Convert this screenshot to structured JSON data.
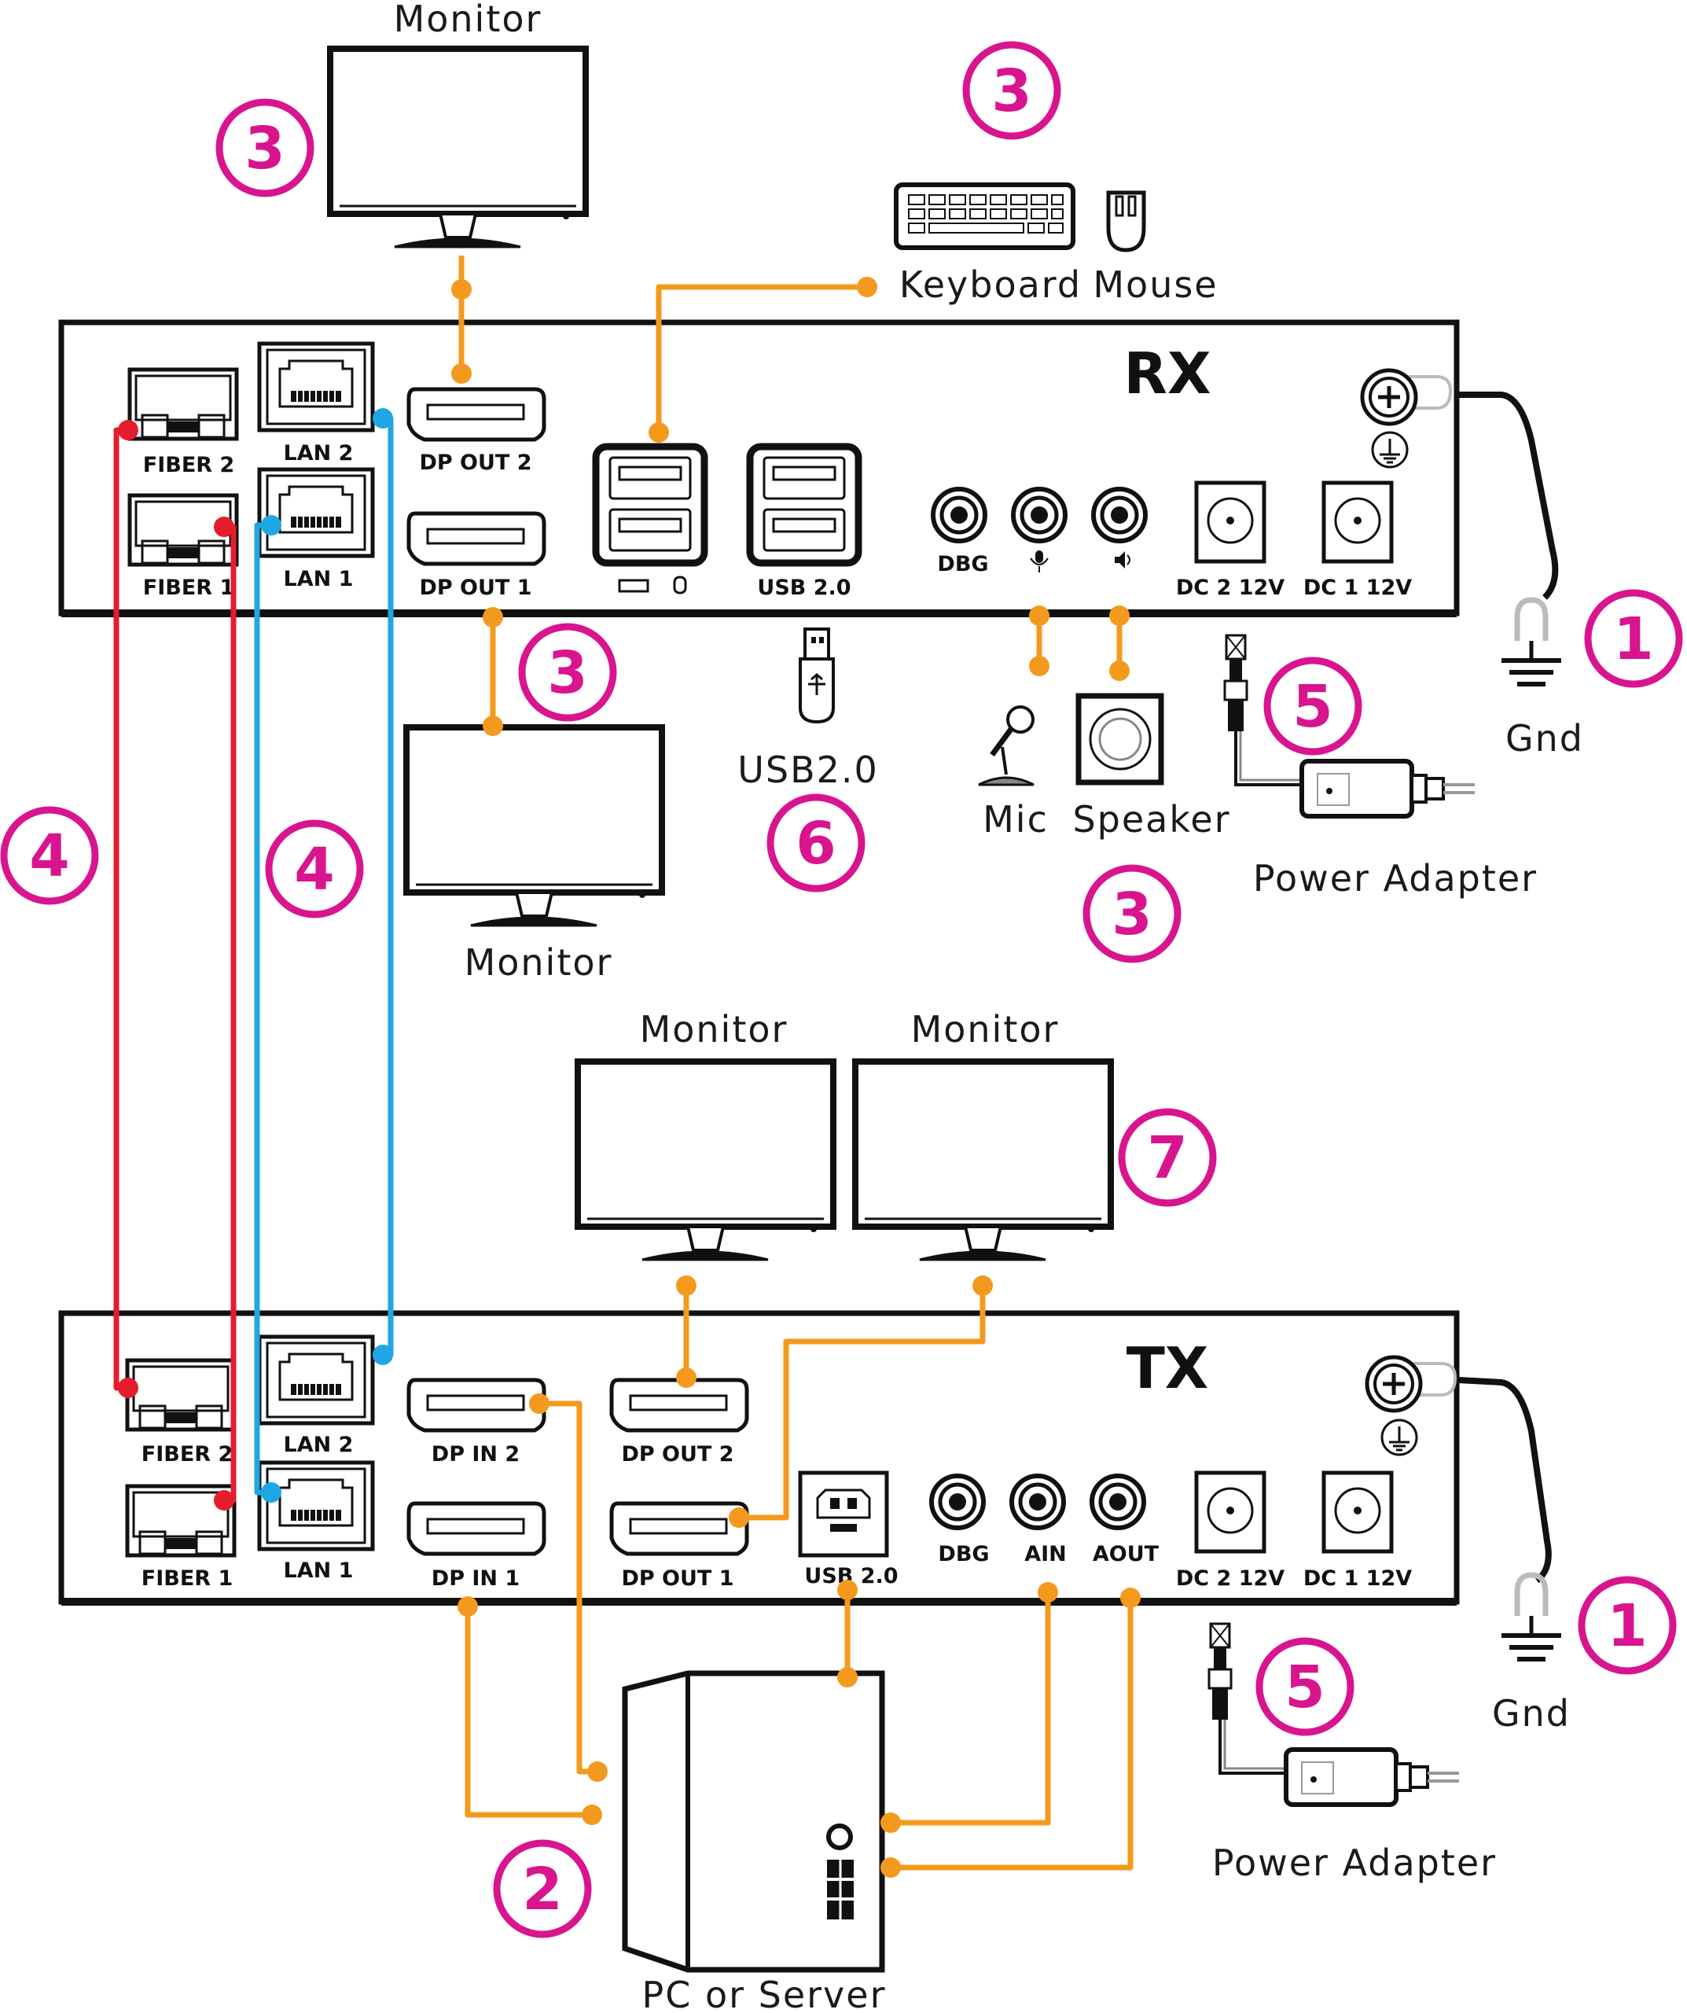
{
  "units": {
    "rx": "RX",
    "tx": "TX"
  },
  "labels": {
    "monitor": "Monitor",
    "keyboard": "Keyboard",
    "mouse": "Mouse",
    "usb20": "USB2.0",
    "mic": "Mic",
    "speaker": "Speaker",
    "power_adapter": "Power Adapter",
    "gnd": "Gnd",
    "pc_server": "PC or Server"
  },
  "rx_ports": {
    "fiber2": "FIBER 2",
    "fiber1": "FIBER 1",
    "lan2": "LAN 2",
    "lan1": "LAN 1",
    "dp_out2": "DP OUT 2",
    "dp_out1": "DP OUT 1",
    "usb20": "USB 2.0",
    "dbg": "DBG",
    "dc2": "DC 2 12V",
    "dc1": "DC 1 12V"
  },
  "tx_ports": {
    "fiber2": "FIBER 2",
    "fiber1": "FIBER 1",
    "lan2": "LAN 2",
    "lan1": "LAN 1",
    "dp_in2": "DP IN 2",
    "dp_in1": "DP IN 1",
    "dp_out2": "DP OUT 2",
    "dp_out1": "DP OUT 1",
    "usb20": "USB 2.0",
    "dbg": "DBG",
    "ain": "AIN",
    "aout": "AOUT",
    "dc2": "DC 2 12V",
    "dc1": "DC 1 12V"
  },
  "steps": {
    "s1": "1",
    "s2": "2",
    "s3": "3",
    "s4": "4",
    "s5": "5",
    "s6": "6",
    "s7": "7"
  },
  "colors": {
    "accent_badge": "#d8158e",
    "video_usb_audio_cable": "#f39a1e",
    "fiber_cable": "#e31d2e",
    "lan_cable": "#1ea7e4"
  },
  "icons": [
    "ground-screw-icon",
    "ground-symbol-icon",
    "keyboard-icon",
    "mouse-icon",
    "usb-stick-icon",
    "microphone-icon",
    "speaker-icon",
    "power-adapter-icon",
    "monitor-icon",
    "pc-tower-icon"
  ]
}
